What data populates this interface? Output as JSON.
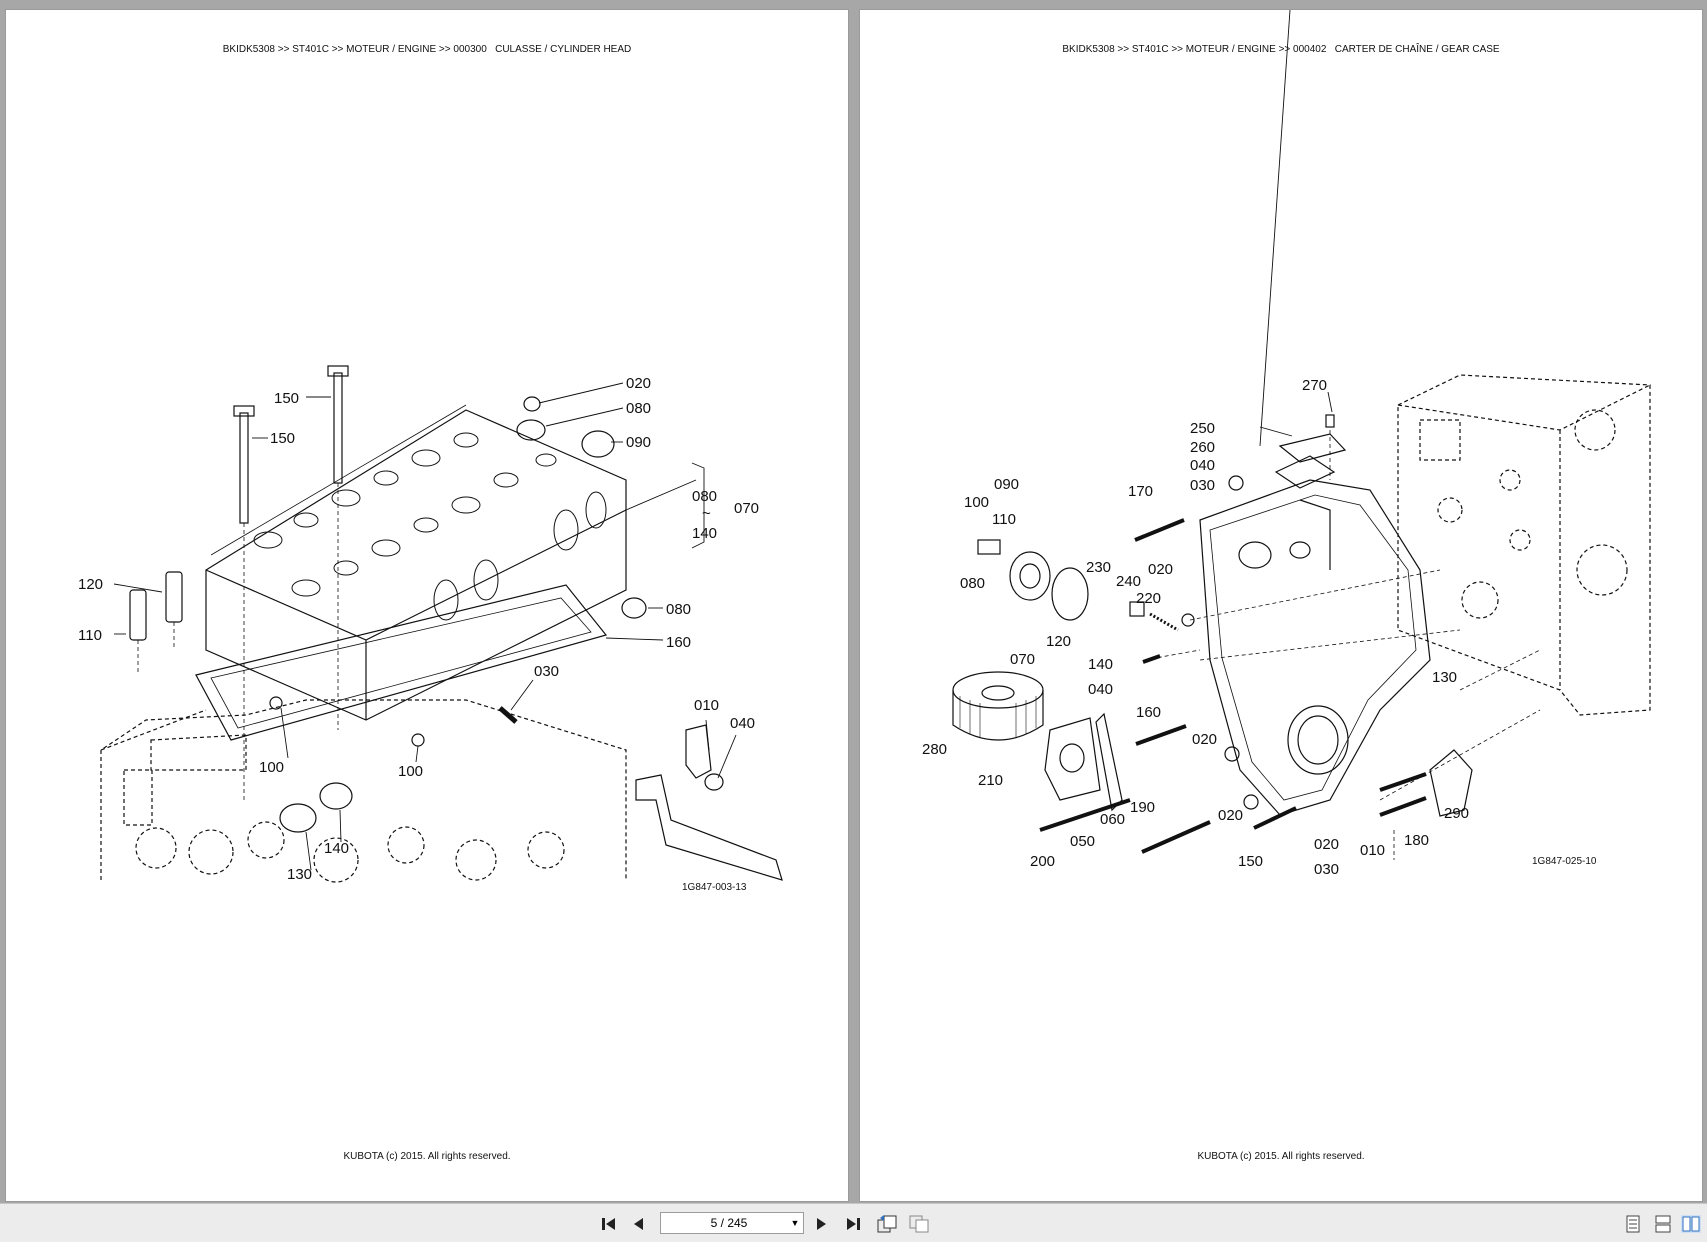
{
  "viewer": {
    "page_indicator": "5 / 245",
    "buttons": {
      "first_page": "first-page-icon",
      "previous_page": "previous-page-icon",
      "next_page": "next-page-icon",
      "last_page": "last-page-icon",
      "previous_view": "previous-view-icon",
      "next_view": "next-view-icon",
      "single_page": "single-page-icon",
      "continuous": "continuous-page-icon",
      "two_up": "two-page-icon"
    }
  },
  "pages": [
    {
      "breadcrumb": "BKIDK5308 >> ST401C >> MOTEUR / ENGINE >> 000300   CULASSE / CYLINDER HEAD",
      "footer": "KUBOTA (c) 2015. All rights reserved.",
      "figure_id": "1G847-003-13",
      "callouts": [
        "150",
        "150",
        "020",
        "080",
        "090",
        "080",
        "~",
        "140",
        "070",
        "120",
        "110",
        "080",
        "160",
        "030",
        "010",
        "040",
        "100",
        "100",
        "140",
        "130"
      ]
    },
    {
      "breadcrumb": "BKIDK5308 >> ST401C >> MOTEUR / ENGINE >> 000402   CARTER DE CHAÎNE / GEAR CASE",
      "footer": "KUBOTA (c) 2015. All rights reserved.",
      "figure_id": "1G847-025-10",
      "callouts": [
        "270",
        "250",
        "260",
        "040",
        "030",
        "170",
        "090",
        "100",
        "110",
        "080",
        "230",
        "240",
        "020",
        "220",
        "120",
        "070",
        "140",
        "040",
        "160",
        "020",
        "280",
        "210",
        "060",
        "050",
        "020",
        "190",
        "200",
        "150",
        "020",
        "030",
        "010",
        "180",
        "290",
        "130"
      ]
    }
  ],
  "colors": {
    "background": "#a7a7a7",
    "page": "#ffffff",
    "toolbar": "#ececec",
    "ink": "#111111"
  }
}
